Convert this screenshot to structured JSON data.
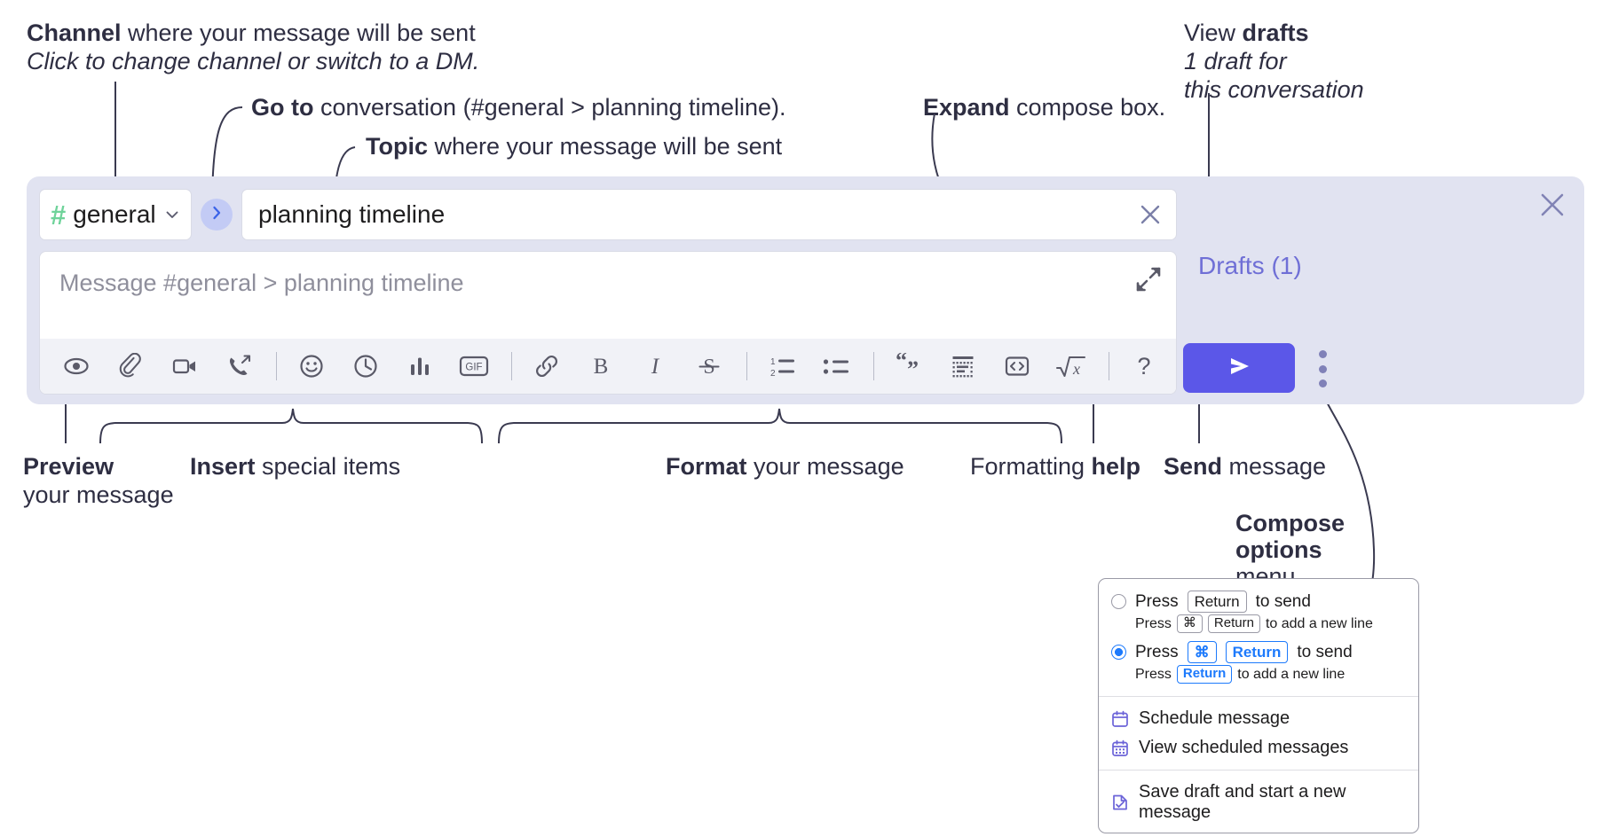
{
  "annotations": {
    "channel": {
      "bold": "Channel",
      "rest": " where your message will be sent",
      "italic": "Click to change channel or switch to a DM."
    },
    "goto": {
      "bold": "Go to",
      "rest": " conversation (#general > planning timeline)."
    },
    "topic": {
      "bold": "Topic",
      "rest": " where your message will be sent"
    },
    "expand": {
      "bold": "Expand",
      "rest": " compose box."
    },
    "drafts": {
      "plain": "View ",
      "bold": "drafts",
      "italic1": "1 draft for",
      "italic2": "this conversation"
    },
    "preview": {
      "bold": "Preview",
      "line2": "your message"
    },
    "insert": {
      "bold": "Insert",
      "rest": " special items"
    },
    "format": {
      "bold": "Format",
      "rest": " your message"
    },
    "formatting_help": {
      "plain": "Formatting ",
      "bold": "help"
    },
    "send": {
      "bold": "Send",
      "rest": " message"
    },
    "compose_options": {
      "bold1": "Compose",
      "bold2": "options",
      "rest": "menu"
    }
  },
  "compose": {
    "channel": {
      "hash": "#",
      "name": "general",
      "chevron_icon": "chevron-down-icon"
    },
    "goto_button_icon": "chevron-right-icon",
    "topic": {
      "value": "planning timeline",
      "clear_icon": "close-icon"
    },
    "message": {
      "placeholder": "Message #general > planning timeline",
      "value": ""
    },
    "expand_icon": "expand-diagonal-icon",
    "close_icon": "close-icon",
    "drafts_label": "Drafts (1)",
    "send_icon": "send-paper-plane-icon",
    "kebab_icon": "more-options-vertical-icon",
    "toolbar": [
      {
        "name": "preview-icon",
        "label": "Preview"
      },
      {
        "name": "attachment-paperclip-icon",
        "label": "Attach file"
      },
      {
        "name": "video-camera-icon",
        "label": "Record video clip"
      },
      {
        "name": "audio-call-icon",
        "label": "Record audio clip"
      },
      {
        "name": "separator",
        "label": ""
      },
      {
        "name": "emoji-smiley-icon",
        "label": "Emoji"
      },
      {
        "name": "clock-icon",
        "label": "Reminder"
      },
      {
        "name": "bar-chart-icon",
        "label": "Poll"
      },
      {
        "name": "gif-icon",
        "label": "GIF"
      },
      {
        "name": "separator",
        "label": ""
      },
      {
        "name": "link-icon",
        "label": "Link"
      },
      {
        "name": "bold-icon",
        "label": "B"
      },
      {
        "name": "italic-icon",
        "label": "I"
      },
      {
        "name": "strikethrough-icon",
        "label": "S"
      },
      {
        "name": "separator",
        "label": ""
      },
      {
        "name": "ordered-list-icon",
        "label": "Ordered list"
      },
      {
        "name": "bulleted-list-icon",
        "label": "Bulleted list"
      },
      {
        "name": "separator",
        "label": ""
      },
      {
        "name": "blockquote-icon",
        "label": "Blockquote"
      },
      {
        "name": "code-block-icon",
        "label": "Code block"
      },
      {
        "name": "inline-code-icon",
        "label": "Code"
      },
      {
        "name": "math-formula-icon",
        "label": "Math"
      },
      {
        "name": "separator",
        "label": ""
      },
      {
        "name": "help-question-icon",
        "label": "?"
      }
    ]
  },
  "popup_menu": {
    "option1": {
      "selected": false,
      "press": "Press",
      "key": "Return",
      "to_send": "to send",
      "sub_press": "Press",
      "sub_key1": "⌘",
      "sub_key2": "Return",
      "sub_rest": "to add a new line"
    },
    "option2": {
      "selected": true,
      "press": "Press",
      "key1": "⌘",
      "key2": "Return",
      "to_send": "to send",
      "sub_press": "Press",
      "sub_key": "Return",
      "sub_rest": "to add a new line"
    },
    "items": [
      {
        "icon": "calendar-schedule-icon",
        "label": "Schedule message"
      },
      {
        "icon": "calendar-grid-icon",
        "label": "View scheduled messages"
      },
      {
        "icon": "save-draft-icon",
        "label": "Save draft and start a new message"
      }
    ]
  },
  "colors": {
    "compose_bg": "#e1e3f1",
    "send_button": "#5b57e8",
    "hash_green": "#6fd39a",
    "drafts_purple": "#6f6fd6",
    "accent_blue": "#1d7afc"
  }
}
